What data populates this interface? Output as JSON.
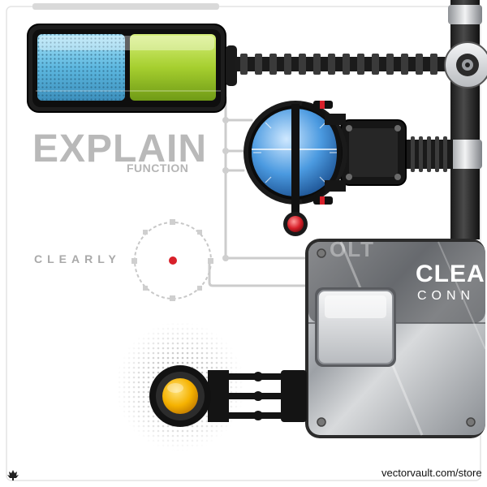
{
  "labels": {
    "explain": "EXPLAIN",
    "function": "FUNCTION",
    "clearly": "CLEARLY",
    "panel_title": "CLEA",
    "panel_subtitle": "CONN",
    "watermark_fragment": "OLT",
    "store_url": "vectorvault.com/store"
  },
  "battery": {
    "level": 0.5
  },
  "colors": {
    "battery_blue": "#6fc3e6",
    "battery_green": "#a6cf2f",
    "dial_blue": "#3d8fd9",
    "indicator_red": "#d8202a",
    "knob_yellow": "#f5b200",
    "steel": "#b9bcc0",
    "line_gray": "#c9c9c9"
  },
  "icons": {
    "corner_logo": "maple-leaf-icon"
  }
}
